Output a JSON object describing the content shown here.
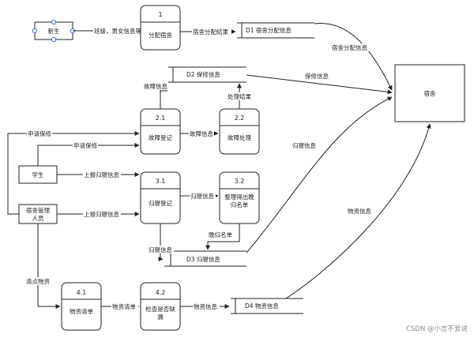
{
  "processes": {
    "p1": {
      "num": "1",
      "label": "分配宿舍"
    },
    "p21": {
      "num": "2.1",
      "label": "故障登记"
    },
    "p22": {
      "num": "2.2",
      "label": "故障处理"
    },
    "p31": {
      "num": "3.1",
      "label": "归寝登记"
    },
    "p32": {
      "num": "3.2",
      "label": "整理得出晚",
      "label2": "归名单"
    },
    "p41": {
      "num": "4.1",
      "label": "物资清单"
    },
    "p42": {
      "num": "4.2",
      "label": "检查是否缺",
      "label2": "漏"
    }
  },
  "entities": {
    "newstudent": "新生",
    "student": "学生",
    "manager": "宿舍管理",
    "manager2": "人员",
    "dorm": "宿舍"
  },
  "stores": {
    "d1": "D1  宿舍分配信息",
    "d2": "D2  保修信息",
    "d3": "D3  归寝信息",
    "d4": "D4  物资信息"
  },
  "flows": {
    "class_gender": "班级，男女信息等",
    "alloc_result": "宿舍分配结果",
    "alloc_info": "宿舍分配信息",
    "repair_info": "保修信息",
    "fault_info_up": "故障信息",
    "handle_result": "处理结果",
    "apply_repair_1": "申请保修",
    "apply_repair_2": "申请保修",
    "fault_info_mid": "故障信息",
    "return_info_right": "归寝信息",
    "report_return_1": "上报归寝信息",
    "report_return_2": "上报归寝信息",
    "return_info_mid": "归寝信息",
    "goods_info_right": "物资信息",
    "late_list": "晚归名单",
    "return_info_low": "归寝信息",
    "clear_goods": "清点物资",
    "goods_list": "物资清单",
    "goods_info_low": "物资信息"
  },
  "watermark": "CSDN @小言不爱说"
}
